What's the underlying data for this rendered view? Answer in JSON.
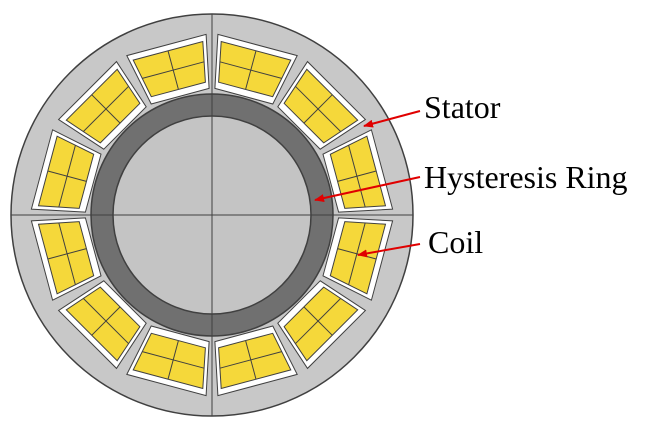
{
  "labels": {
    "stator": "Stator",
    "hysteresis_ring": "Hysteresis Ring",
    "coil": "Coil"
  },
  "colors": {
    "stator": "#c8c8c8",
    "slot": "#ffffff",
    "coil": "#f5d83a",
    "ring": "#707070",
    "rotor_core": "#c4c4c4",
    "outline": "#404040",
    "arrow": "#e00000"
  },
  "slot_count": 12
}
